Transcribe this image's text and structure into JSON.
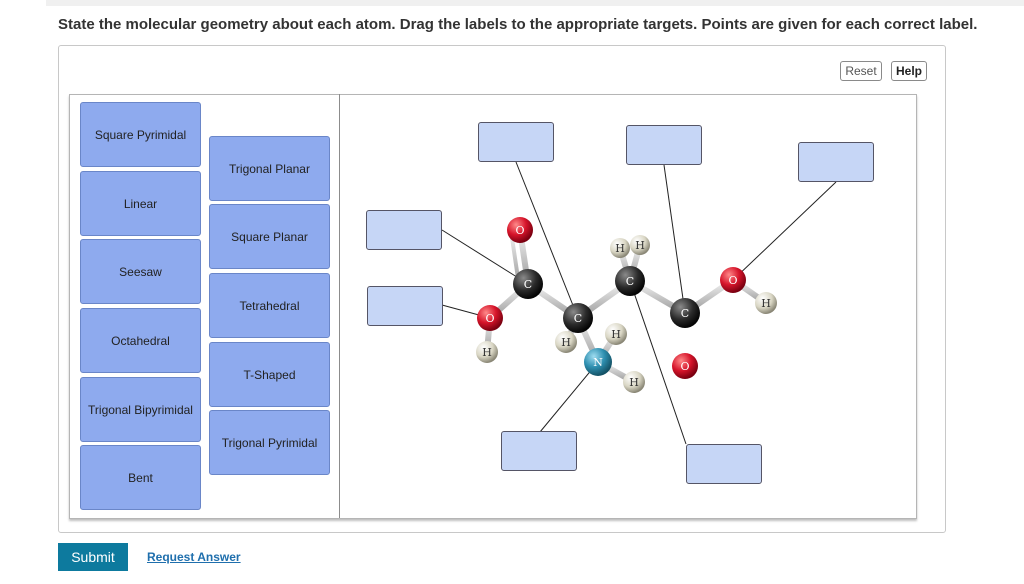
{
  "instructions": "State the molecular geometry about each atom. Drag the labels to the appropriate targets. Points are given for each correct label.",
  "toolbar": {
    "reset_label": "Reset",
    "help_label": "Help"
  },
  "labels": {
    "square_pyrimidal": "Square Pyrimidal",
    "linear": "Linear",
    "seesaw": "Seesaw",
    "octahedral": "Octahedral",
    "trigonal_bipyrimidal": "Trigonal Bipyrimidal",
    "bent": "Bent",
    "trigonal_planar": "Trigonal Planar",
    "square_planar": "Square Planar",
    "tetrahedral": "Tetrahedral",
    "t_shaped": "T-Shaped",
    "trigonal_pyrimidal": "Trigonal Pyrimidal"
  },
  "atoms": {
    "carbon": "C",
    "oxygen": "O",
    "hydrogen": "H",
    "nitrogen": "N"
  },
  "colors": {
    "carbon": "#2a2a2a",
    "oxygen": "#d6142a",
    "hydrogen": "#d9d6c4",
    "nitrogen": "#2e8fb0",
    "label_tile": "#8eaaee",
    "target": "#c6d6f6",
    "submit": "#0d7a9e"
  },
  "footer": {
    "submit_label": "Submit",
    "request_answer_label": "Request Answer"
  }
}
